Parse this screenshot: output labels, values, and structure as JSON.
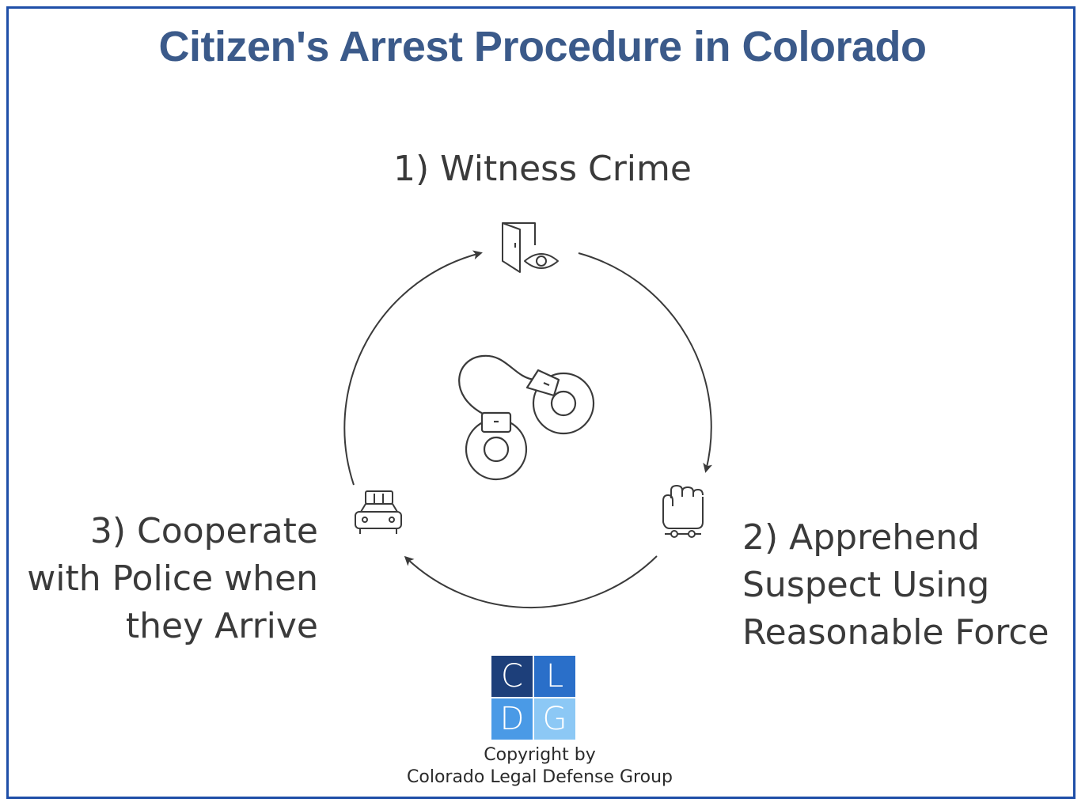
{
  "title": "Citizen's Arrest Procedure in Colorado",
  "steps": [
    {
      "label": "1) Witness Crime",
      "icon": "door-eye-icon"
    },
    {
      "label": "2) Apprehend\nSuspect Using\nReasonable Force",
      "icon": "fist-icon"
    },
    {
      "label": "3) Cooperate\nwith Police when\nthey Arrive",
      "icon": "police-car-icon"
    }
  ],
  "center_icon": "handcuffs-icon",
  "logo": {
    "letters": [
      "C",
      "L",
      "D",
      "G"
    ],
    "colors": [
      "#1d3f7a",
      "#2a6fc9",
      "#4a9ae6",
      "#8cc8f5"
    ]
  },
  "copyright": {
    "line1": "Copyright by",
    "line2": "Colorado Legal Defense Group"
  },
  "colors": {
    "title": "#3b5a8a",
    "frame": "#1f4fa8",
    "text": "#3a3a3a",
    "stroke": "#3a3a3a"
  }
}
